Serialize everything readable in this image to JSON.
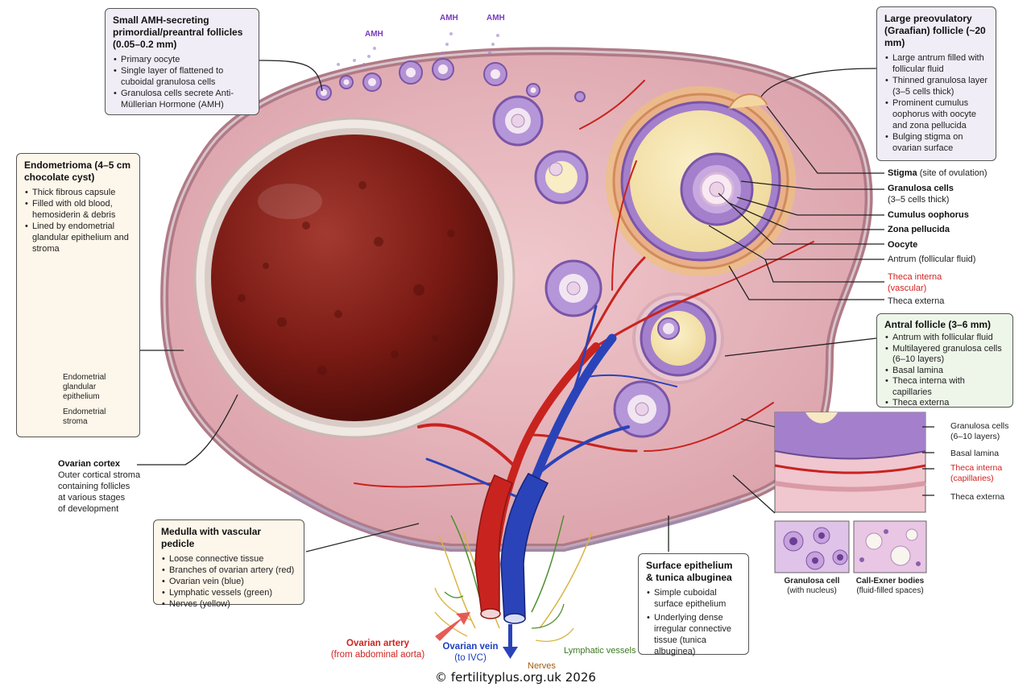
{
  "amh_label": "AMH",
  "boxes": {
    "small_follicles": {
      "title": "Small AMH-secreting primordial/preantral follicles (0.05–0.2 mm)",
      "items": [
        "Primary oocyte",
        "Single layer of flattened to cuboidal granulosa cells",
        "Granulosa cells secrete Anti-Müllerian Hormone (AMH)"
      ]
    },
    "graafian": {
      "title": "Large preovulatory (Graafian) follicle (~20 mm)",
      "items": [
        "Large antrum filled with follicular fluid",
        "Thinned granulosa layer (3–5 cells thick)",
        "Prominent cumulus oophorus with oocyte and zona pellucida",
        "Bulging stigma on ovarian surface"
      ]
    },
    "endometrioma": {
      "title": "Endometrioma (4–5 cm chocolate cyst)",
      "items": [
        "Thick fibrous capsule",
        "Filled with old blood, hemosiderin & debris",
        "Lined by endometrial glandular epithelium and stroma"
      ],
      "inset_labels": [
        "Endometrial glandular epithelium",
        "Endometrial stroma"
      ]
    },
    "antral": {
      "title": "Antral follicle (3–6 mm)",
      "items": [
        "Antrum with follicular fluid",
        "Multilayered granulosa cells (6–10 layers)",
        "Basal lamina",
        "Theca interna with capillaries",
        "Theca externa"
      ]
    },
    "medulla": {
      "title": "Medulla with vascular pedicle",
      "items": [
        "Loose connective tissue",
        "Branches of ovarian artery (red)",
        "Ovarian vein (blue)",
        "Lymphatic vessels (green)",
        "Nerves (yellow)"
      ]
    },
    "surface": {
      "title": "Surface epithelium & tunica albuginea",
      "items": [
        "Simple cuboidal surface epithelium",
        "Underlying dense irregular connective tissue (tunica albuginea)"
      ]
    }
  },
  "graafian_labels": {
    "stigma": "Stigma",
    "stigma_note": "(site of ovulation)",
    "granulosa": "Granulosa cells",
    "granulosa_note": "(3–5 cells thick)",
    "cumulus": "Cumulus oophorus",
    "zona": "Zona pellucida",
    "oocyte": "Oocyte",
    "antrum": "Antrum (follicular fluid)",
    "theca_interna": "Theca interna",
    "theca_interna_note": "(vascular)",
    "theca_externa": "Theca externa"
  },
  "antral_inset_labels": {
    "granulosa": "Granulosa cells",
    "granulosa_note": "(6–10 layers)",
    "basal": "Basal lamina",
    "theca_interna": "Theca interna",
    "theca_interna_note": "(capillaries)",
    "theca_externa": "Theca externa"
  },
  "cell_insets": {
    "granulosa_title": "Granulosa cell",
    "granulosa_note": "(with nucleus)",
    "callexner_title": "Call-Exner bodies",
    "callexner_note": "(fluid-filled spaces)"
  },
  "cortex": {
    "title": "Ovarian cortex",
    "lines": [
      "Outer cortical stroma",
      "containing follicles",
      "at various stages",
      "of development"
    ]
  },
  "vessels": {
    "artery": "Ovarian artery",
    "artery_note": "(from abdominal aorta)",
    "vein": "Ovarian vein",
    "vein_note": "(to IVC)",
    "lymph": "Lymphatic vessels",
    "nerves": "Nerves"
  },
  "copyright": "© fertilityplus.org.uk 2026",
  "colors": {
    "stroma": "#e8b9c0",
    "stroma_dark": "#c98f9a",
    "cyst": "#7a1a14",
    "capsule": "#ece6e2",
    "follicle_purple": "#9b76c2",
    "antrum": "#f7e9b8",
    "artery": "#c8231f",
    "vein": "#2a43b8",
    "lymph": "#4f8f30",
    "nerve": "#d9b441"
  }
}
